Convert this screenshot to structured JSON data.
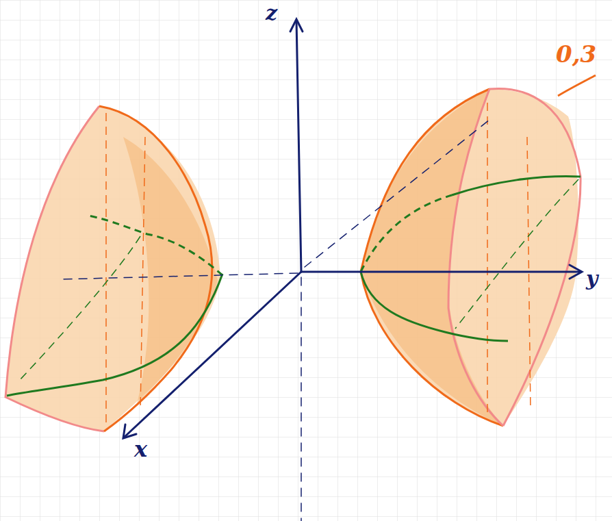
{
  "diagram": {
    "labels": [
      "z",
      "x",
      "y",
      "0,3"
    ]
  }
}
